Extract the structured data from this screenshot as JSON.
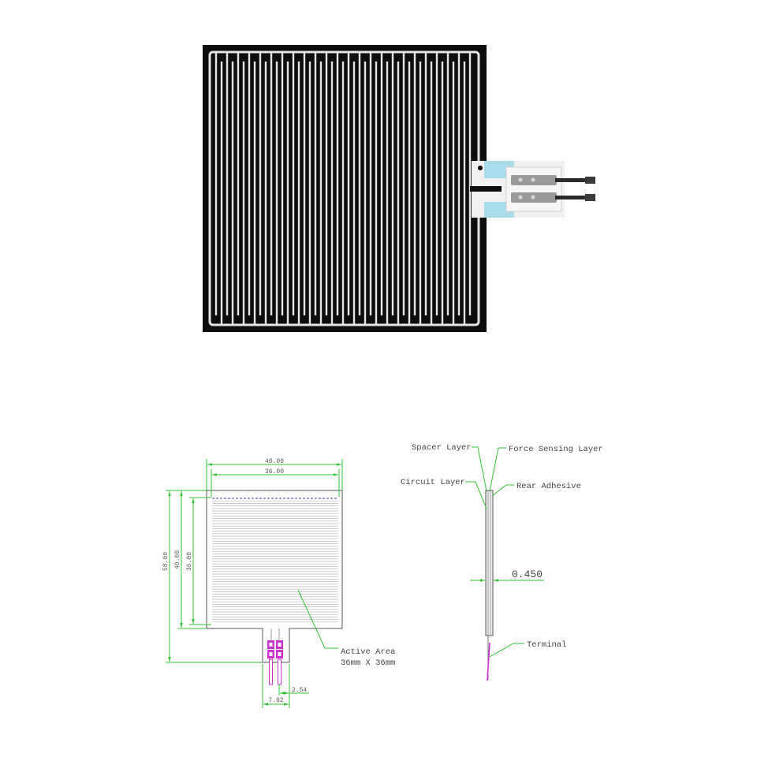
{
  "drawing": {
    "dims": {
      "width_outer": "40.00",
      "width_active": "36.00",
      "height_total": "58.00",
      "height_outer": "40.00",
      "height_active": "36.00",
      "tail_width": "7.62",
      "pin_pitch": "2.54"
    },
    "active_area": {
      "label": "Active Area",
      "size": "36mm X 36mm"
    }
  },
  "side_view": {
    "spacer": "Spacer Layer",
    "force": "Force Sensing Layer",
    "circuit": "Circuit Layer",
    "adhesive": "Rear Adhesive",
    "thickness": "0.450",
    "terminal": "Terminal"
  },
  "colors": {
    "dimension": "#33c233",
    "sensor_body": "#0d0d0d",
    "trace": "#e4e4e4",
    "tape": "#a9dce9",
    "terminal": "#cc33cc",
    "hatch": "#b8b8b8"
  }
}
